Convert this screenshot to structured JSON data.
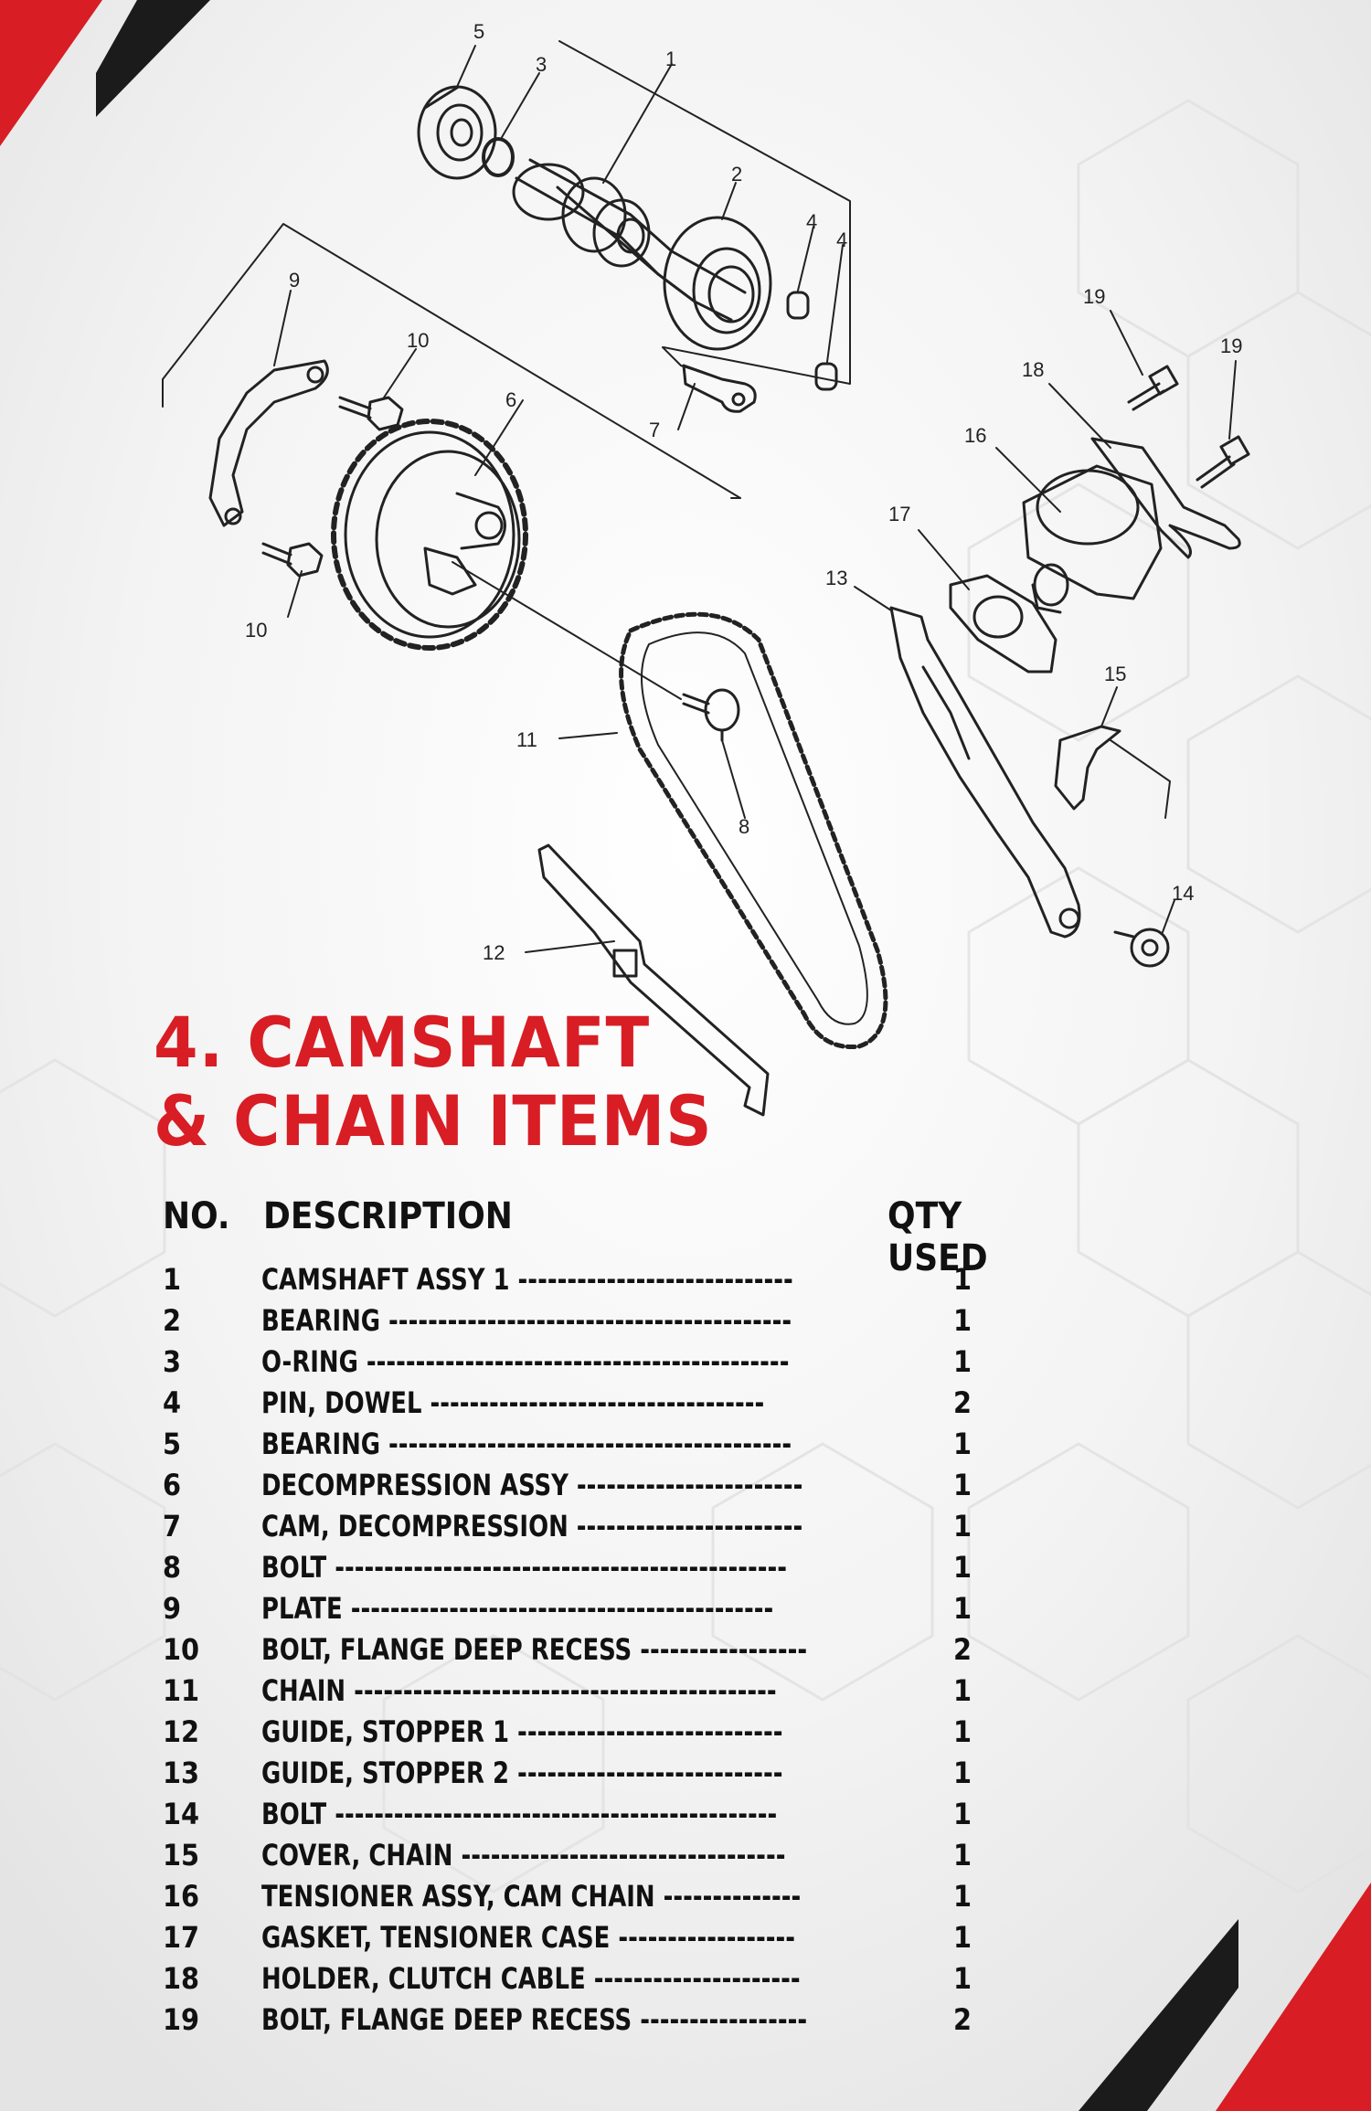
{
  "title": {
    "line1": "4. CAMSHAFT",
    "line2": "& CHAIN ITEMS"
  },
  "table": {
    "headers": {
      "no": "NO.",
      "description": "DESCRIPTION",
      "qty": "QTY USED"
    },
    "rows": [
      {
        "no": "1",
        "description": "CAMSHAFT ASSY 1 ----------------------------",
        "qty": "1"
      },
      {
        "no": "2",
        "description": "BEARING -----------------------------------------",
        "qty": "1"
      },
      {
        "no": "3",
        "description": "O-RING -------------------------------------------",
        "qty": "1"
      },
      {
        "no": "4",
        "description": "PIN, DOWEL ----------------------------------",
        "qty": "2"
      },
      {
        "no": "5",
        "description": "BEARING -----------------------------------------",
        "qty": "1"
      },
      {
        "no": "6",
        "description": "DECOMPRESSION ASSY -----------------------",
        "qty": "1"
      },
      {
        "no": "7",
        "description": "CAM, DECOMPRESSION -----------------------",
        "qty": "1"
      },
      {
        "no": "8",
        "description": "BOLT ----------------------------------------------",
        "qty": "1"
      },
      {
        "no": "9",
        "description": "PLATE -------------------------------------------",
        "qty": "1"
      },
      {
        "no": "10",
        "description": "BOLT, FLANGE DEEP RECESS -----------------",
        "qty": "2"
      },
      {
        "no": "11",
        "description": "CHAIN -------------------------------------------",
        "qty": "1"
      },
      {
        "no": "12",
        "description": "GUIDE, STOPPER 1 ---------------------------",
        "qty": "1"
      },
      {
        "no": "13",
        "description": "GUIDE, STOPPER 2 ---------------------------",
        "qty": "1"
      },
      {
        "no": "14",
        "description": "BOLT ---------------------------------------------",
        "qty": "1"
      },
      {
        "no": "15",
        "description": "COVER, CHAIN ---------------------------------",
        "qty": "1"
      },
      {
        "no": "16",
        "description": "TENSIONER ASSY, CAM CHAIN --------------",
        "qty": "1"
      },
      {
        "no": "17",
        "description": "GASKET, TENSIONER CASE ------------------",
        "qty": "1"
      },
      {
        "no": "18",
        "description": "HOLDER, CLUTCH CABLE ---------------------",
        "qty": "1"
      },
      {
        "no": "19",
        "description": "BOLT, FLANGE DEEP RECESS -----------------",
        "qty": "2"
      }
    ]
  },
  "diagram": {
    "callouts": [
      "1",
      "2",
      "3",
      "4",
      "4",
      "5",
      "6",
      "7",
      "8",
      "9",
      "10",
      "10",
      "11",
      "12",
      "13",
      "14",
      "15",
      "16",
      "17",
      "18",
      "19",
      "19"
    ]
  },
  "colors": {
    "accent": "#d81d24",
    "dark": "#1b1b1b",
    "background": "#ececec",
    "text": "#111111"
  }
}
